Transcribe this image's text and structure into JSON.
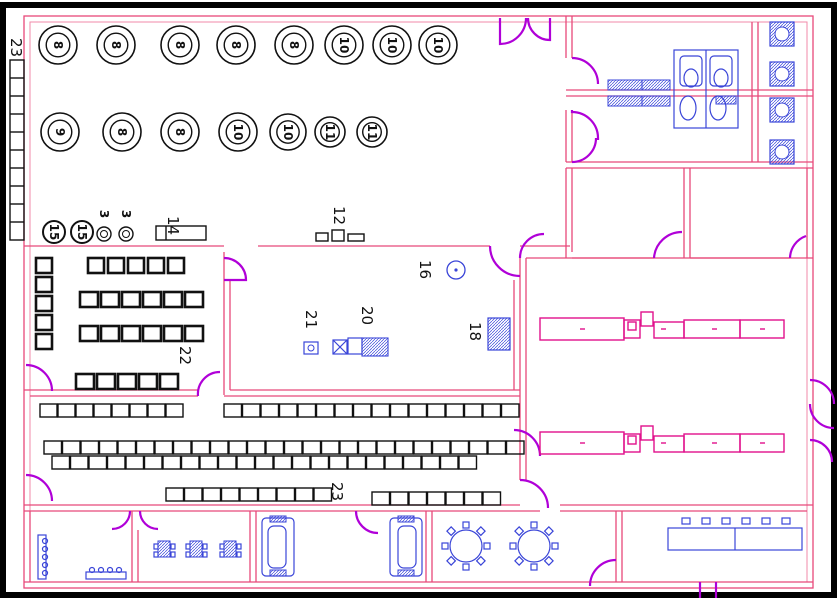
{
  "colors": {
    "wall": "#e8497a",
    "door": "#b000d8",
    "equipment": "#111111",
    "magenta_equipment": "#e0108c",
    "blue_equipment": "#3a45d8",
    "frame": "#000000"
  },
  "tanks": {
    "row1": [
      "8",
      "8",
      "8",
      "8",
      "8",
      "10",
      "10",
      "10"
    ],
    "row2": [
      "9",
      "8",
      "8",
      "10",
      "10",
      "11",
      "11"
    ],
    "small": [
      "15",
      "15",
      "3",
      "3"
    ]
  },
  "labels": {
    "wall_left": "23",
    "bench_top": "14",
    "unit_top": "12",
    "tag_mid_a": "21",
    "tag_mid_b": "20",
    "tag_pump": "16",
    "tag_panel": "18",
    "tag_rack": "22",
    "tag_lower": "23"
  }
}
